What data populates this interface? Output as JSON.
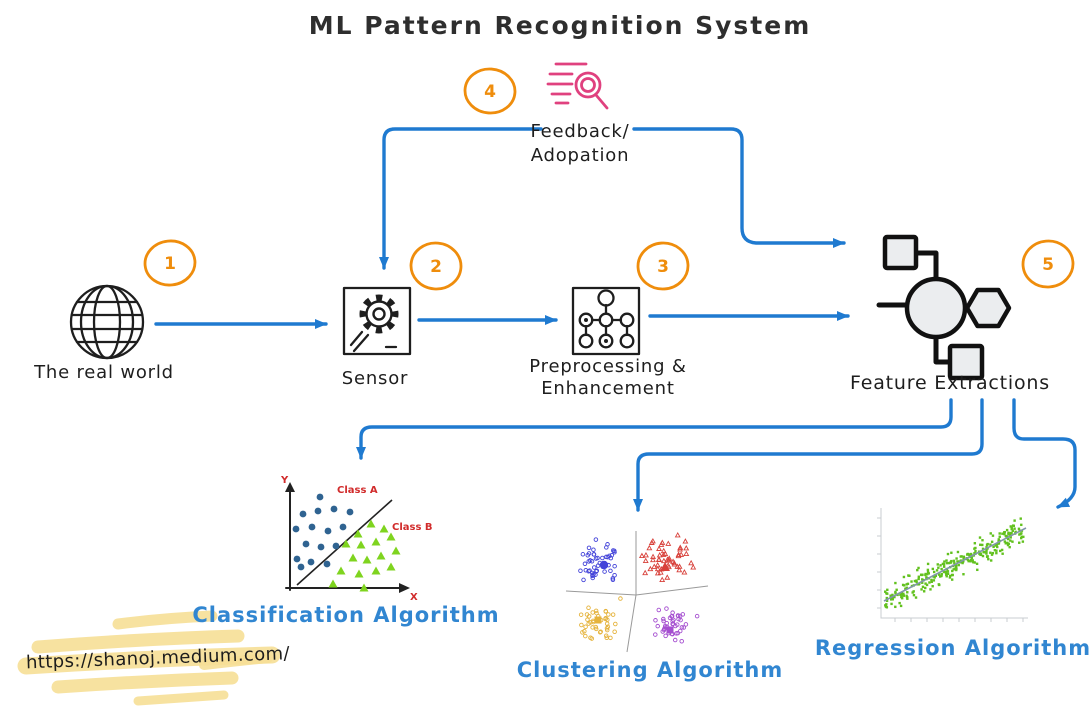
{
  "title": "ML Pattern Recognition System",
  "nodes": {
    "real_world": {
      "step": "1",
      "label": "The real world",
      "icon": "globe-icon"
    },
    "sensor": {
      "step": "2",
      "label": "Sensor",
      "icon": "gear-icon"
    },
    "preprocessing": {
      "step": "3",
      "label_line1": "Preprocessing &",
      "label_line2": "Enhancement",
      "icon": "network-nodes-icon"
    },
    "feedback": {
      "step": "4",
      "label_line1": "Feedback/",
      "label_line2": "Adopation",
      "icon": "scan-magnifier-icon"
    },
    "feature_extraction": {
      "step": "5",
      "label": "Feature Extractions",
      "icon": "feature-graph-icon"
    }
  },
  "charts": {
    "classification": {
      "label": "Classification Algorithm",
      "class_a_label": "Class A",
      "class_b_label": "Class B",
      "x_axis_label": "X",
      "y_axis_label": "Y"
    },
    "clustering": {
      "label": "Clustering Algorithm"
    },
    "regression": {
      "label": "Regression Algorithm"
    }
  },
  "footer": {
    "url": "https://shanoj.medium.com/"
  },
  "colors": {
    "arrow_blue": "#1f7ad0",
    "step_orange": "#ef8d0c",
    "feedback_pink": "#e0417f",
    "algorithm_label_blue": "#3186d1",
    "class_a_blue": "#2f6391",
    "class_b_green": "#7fd41f",
    "chart_label_red": "#d12b2b",
    "cluster_blue": "#4343d9",
    "cluster_red": "#d8403a",
    "cluster_yellow": "#e5b33c",
    "cluster_purple": "#a54fd0",
    "regression_green": "#62c11e",
    "trend_gray": "#8195aa",
    "highlight_yellow": "#f6df96"
  }
}
